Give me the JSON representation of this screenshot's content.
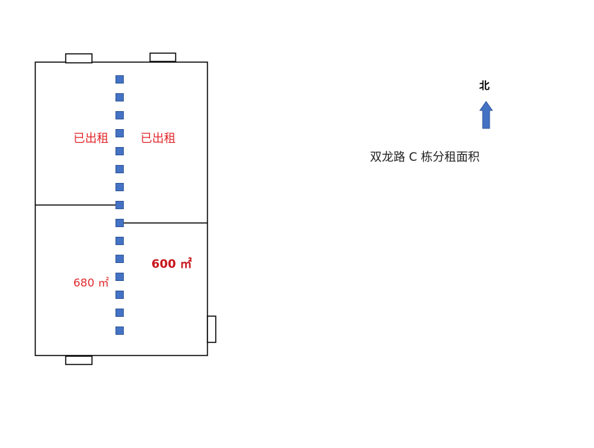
{
  "plan": {
    "title": "双龙路 C 栋分租面积",
    "north_label": "北",
    "units": [
      {
        "label": "已出租",
        "status": "rented"
      },
      {
        "label": "已出租",
        "status": "rented"
      },
      {
        "label": "680 ㎡",
        "status": "available",
        "area_m2": 680
      },
      {
        "label": "600 ㎡",
        "status": "available",
        "area_m2": 600
      }
    ],
    "column_count": 15,
    "colors": {
      "outline": "#000000",
      "label_red": "#e0282c",
      "label_dark_red": "#c8141b",
      "column_fill": "#4472c4",
      "column_stroke": "#2f5597",
      "arrow": "#4472c4"
    }
  }
}
